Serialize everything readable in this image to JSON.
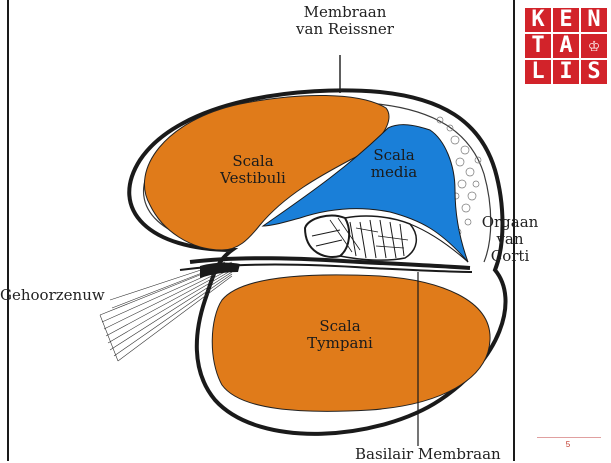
{
  "labels": {
    "reissner_line1": "Membraan",
    "reissner_line2": "van Reissner",
    "vestibuli_line1": "Scala",
    "vestibuli_line2": "Vestibuli",
    "media_line1": "Scala",
    "media_line2": "media",
    "organ_line1": "Orgaan",
    "organ_line2": "van",
    "organ_line3": "Corti",
    "nerve": "Gehoorzenuw",
    "tympani_line1": "Scala",
    "tympani_line2": "Tympani",
    "basilar": "Basilair Membraan"
  },
  "logo": {
    "letters": [
      "K",
      "E",
      "N",
      "T",
      "A",
      "♔",
      "L",
      "I",
      "S"
    ],
    "color": "#d2232a"
  },
  "page_number": "5",
  "colors": {
    "scala_vestibuli": "#e07b1a",
    "scala_media": "#1a7fd8",
    "scala_tympani": "#e07b1a",
    "outline": "#1a1a1a"
  }
}
